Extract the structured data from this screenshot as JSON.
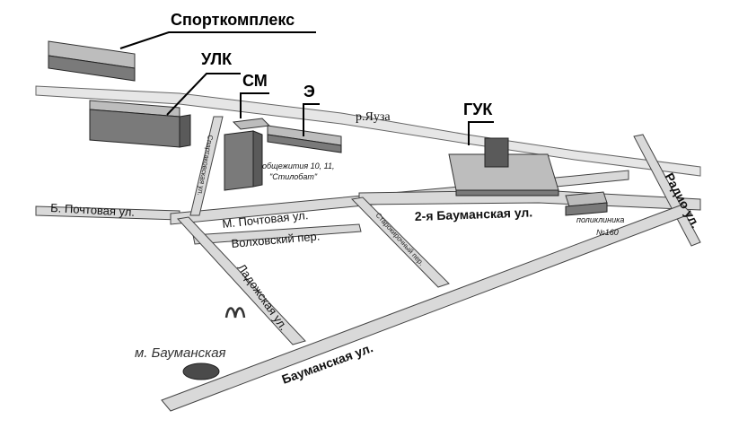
{
  "labels": {
    "sportkompleks": "Спорткомплекс",
    "ulk": "УЛК",
    "sm": "СМ",
    "e": "Э",
    "guk": "ГУК",
    "river": "р.Яуза",
    "dorm_line1": "общежития 10, 11,",
    "dorm_line2": "\"Стилобат\"",
    "clinic_line1": "поликлиника",
    "clinic_line2": "№160",
    "metro": "м. Бауманская"
  },
  "streets": {
    "b_pochtovaya": "Б. Почтовая ул.",
    "m_pochtovaya": "М. Почтовая ул.",
    "volkhovsky": "Волховский пер.",
    "bauman2": "2-я Бауманская ул.",
    "radio": "Радио ул.",
    "starokirochny": "Старокирочный пер.",
    "ladozhskaya": "Ладожская ул.",
    "baumanskaya": "Бауманская ул.",
    "small_vertical": "Спартаковская ул."
  },
  "icons": {
    "metro": "metro-station-icon",
    "mcdonalds": "mcdonalds-logo-icon"
  }
}
